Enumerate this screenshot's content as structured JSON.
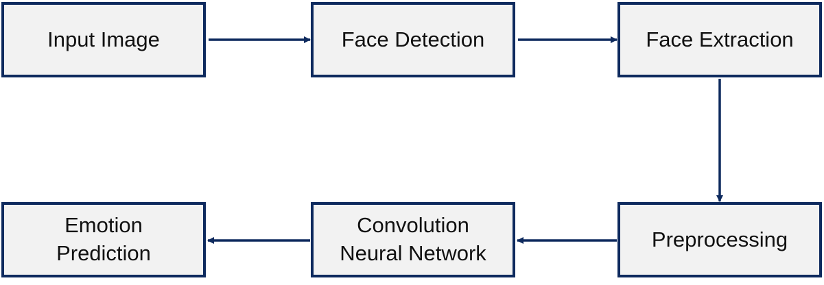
{
  "colors": {
    "box_fill": "#f2f2f2",
    "box_border": "#0e2a5e",
    "arrow": "#0e2a5e",
    "text": "#111111"
  },
  "nodes": {
    "input_image": "Input Image",
    "face_detection": "Face Detection",
    "face_extraction": "Face Extraction",
    "preprocessing": "Preprocessing",
    "cnn": "Convolution\nNeural Network",
    "emotion_prediction": "Emotion\nPrediction"
  },
  "edges": [
    {
      "from": "input_image",
      "to": "face_detection"
    },
    {
      "from": "face_detection",
      "to": "face_extraction"
    },
    {
      "from": "face_extraction",
      "to": "preprocessing"
    },
    {
      "from": "preprocessing",
      "to": "cnn"
    },
    {
      "from": "cnn",
      "to": "emotion_prediction"
    }
  ]
}
